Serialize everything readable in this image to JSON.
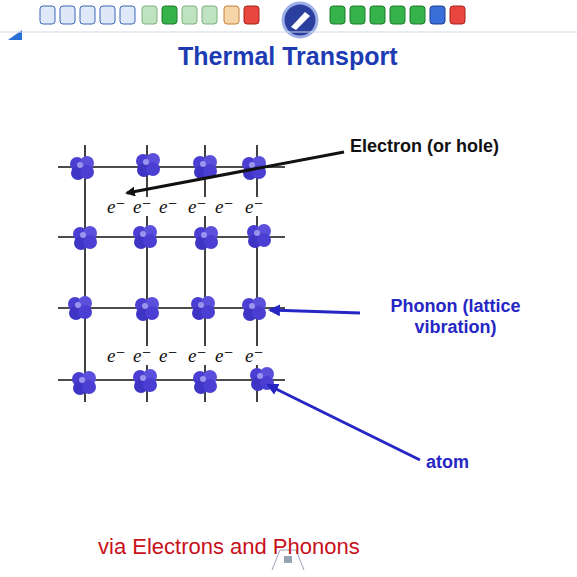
{
  "diagram": {
    "title": "Thermal Transport",
    "caption": "via Electrons and Phonons",
    "labels": [
      "Electron (or hole)",
      "Phonon (lattice vibration)",
      "atom",
      "e⁻",
      "e⁻",
      "e⁻",
      "e⁻",
      "e⁻",
      "e⁻",
      "e⁻",
      "e⁻",
      "e⁻",
      "e⁻",
      "e⁻",
      "e⁻"
    ]
  }
}
